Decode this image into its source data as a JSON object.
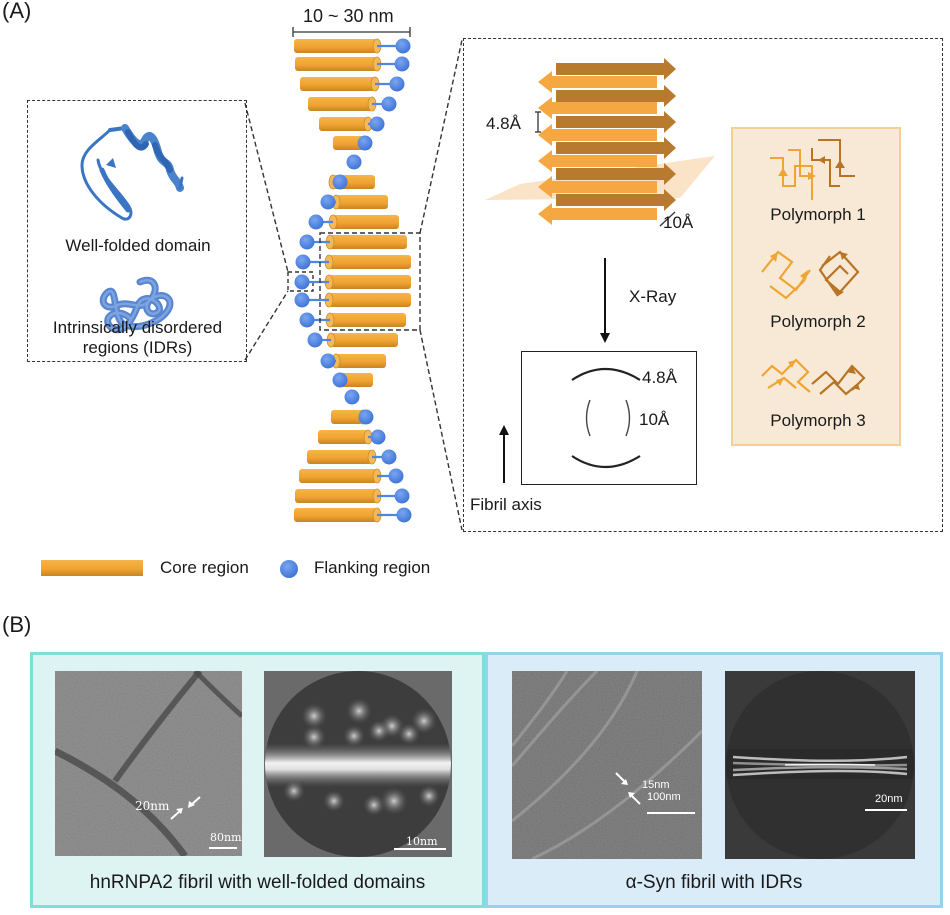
{
  "panel_a": {
    "label": "(A)",
    "width_annotation": "10 ~ 30 nm",
    "left_inset": {
      "well_folded_label": "Well-folded domain",
      "idr_label_line1": "Intrinsically disordered",
      "idr_label_line2": "regions (IDRs)"
    },
    "right_inset": {
      "spacing_strand": "4.8Å",
      "spacing_sheet": "10Å",
      "xray_label": "X-Ray",
      "diffraction_meridional": "4.8Å",
      "diffraction_equatorial": "10Å",
      "fibril_axis_label": "Fibril axis",
      "polymorphs": [
        "Polymorph 1",
        "Polymorph 2",
        "Polymorph 3"
      ]
    },
    "legend": {
      "core_label": "Core region",
      "flanking_label": "Flanking region"
    },
    "colors": {
      "core": "#f0a431",
      "core_dark": "#b87423",
      "flanking": "#4f86e0",
      "protein": "#3a74c4",
      "polymorph_bg": "#f7e9d6",
      "polymorph_border": "#f3cf96"
    }
  },
  "panel_b": {
    "label": "(B)",
    "left": {
      "caption": "hnRNPA2 fibril with well-folded domains",
      "micrograph_width_label": "20nm",
      "micrograph_scale": "80nm",
      "class_average_scale": "10nm",
      "colors": {
        "bg": "#ddf4f3",
        "border": "#7ddfd7"
      }
    },
    "right": {
      "caption": "α-Syn fibril with IDRs",
      "micrograph_width_label": "15nm",
      "micrograph_scale": "100nm",
      "class_average_scale": "20nm",
      "colors": {
        "bg": "#d9ecf8",
        "border": "#98d1ee"
      }
    }
  }
}
